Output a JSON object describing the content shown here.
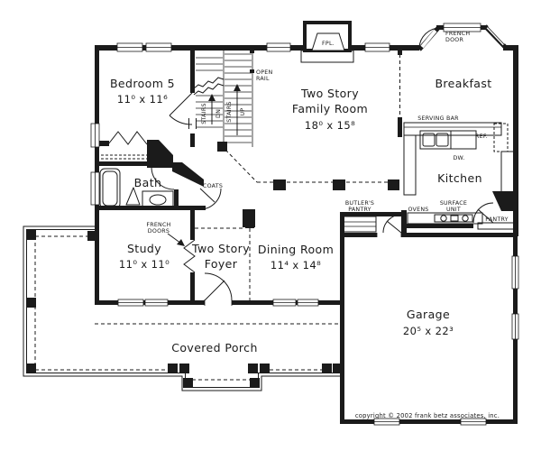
{
  "meta": {
    "copyright": "copyright © 2002 frank betz associates, inc."
  },
  "colors": {
    "ink": "#1b1b1b",
    "bg": "#ffffff"
  },
  "rooms": {
    "bedroom5": {
      "label": "Bedroom 5",
      "dims": "11⁰ x 11⁶"
    },
    "family": {
      "line1": "Two Story",
      "line2": "Family Room",
      "dims": "18⁰ x 15⁸"
    },
    "breakfast": {
      "label": "Breakfast"
    },
    "kitchen": {
      "label": "Kitchen"
    },
    "bath": {
      "label": "Bath"
    },
    "study": {
      "label": "Study",
      "dims": "11⁰ x 11⁰"
    },
    "foyer": {
      "line1": "Two Story",
      "line2": "Foyer"
    },
    "dining": {
      "label": "Dining Room",
      "dims": "11⁴ x 14⁸"
    },
    "garage": {
      "label": "Garage",
      "dims": "20⁵ x 22³"
    },
    "porch": {
      "label": "Covered Porch"
    }
  },
  "annotations": {
    "fpl": "FPL.",
    "french_door": [
      "FRENCH",
      "DOOR"
    ],
    "french_doors": [
      "FRENCH",
      "DOORS"
    ],
    "open_rail": [
      "OPEN",
      "RAIL"
    ],
    "stairs_dn": [
      "STAIRS",
      "DN"
    ],
    "stairs_up": [
      "STAIRS",
      "UP"
    ],
    "coats": "COATS",
    "serving_bar": "SERVING BAR",
    "dw": "DW.",
    "ref": "REF.",
    "butlers_pantry": [
      "BUTLER'S",
      "PANTRY"
    ],
    "ovens": "OVENS",
    "surface_unit": [
      "SURFACE",
      "UNIT"
    ],
    "pantry": "PANTRY"
  }
}
